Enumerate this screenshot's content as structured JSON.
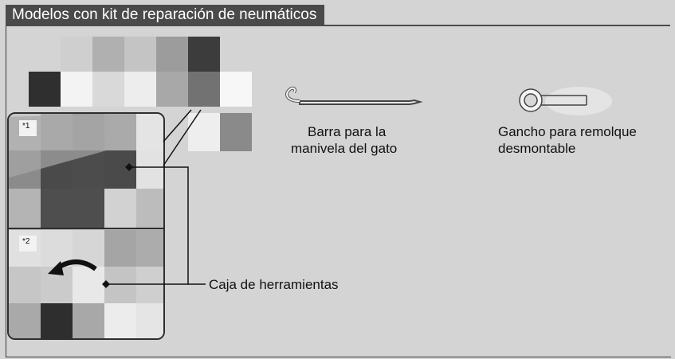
{
  "header": {
    "title": "Modelos con kit de reparación de neumáticos"
  },
  "notes": {
    "note1": "*1",
    "note2": "*2"
  },
  "items": {
    "jack_bar": {
      "line1": "Barra para la",
      "line2": "manivela del gato",
      "icon": "jack-handle-bar-icon"
    },
    "tow_hook": {
      "line1": "Gancho para remolque",
      "line2": "desmontable",
      "icon": "towing-hook-icon"
    },
    "tool_box": {
      "label": "Caja de herramientas"
    }
  },
  "colors": {
    "title_bg": "#4a4a4a",
    "page_bg": "#d4d4d4",
    "line": "#111111"
  }
}
